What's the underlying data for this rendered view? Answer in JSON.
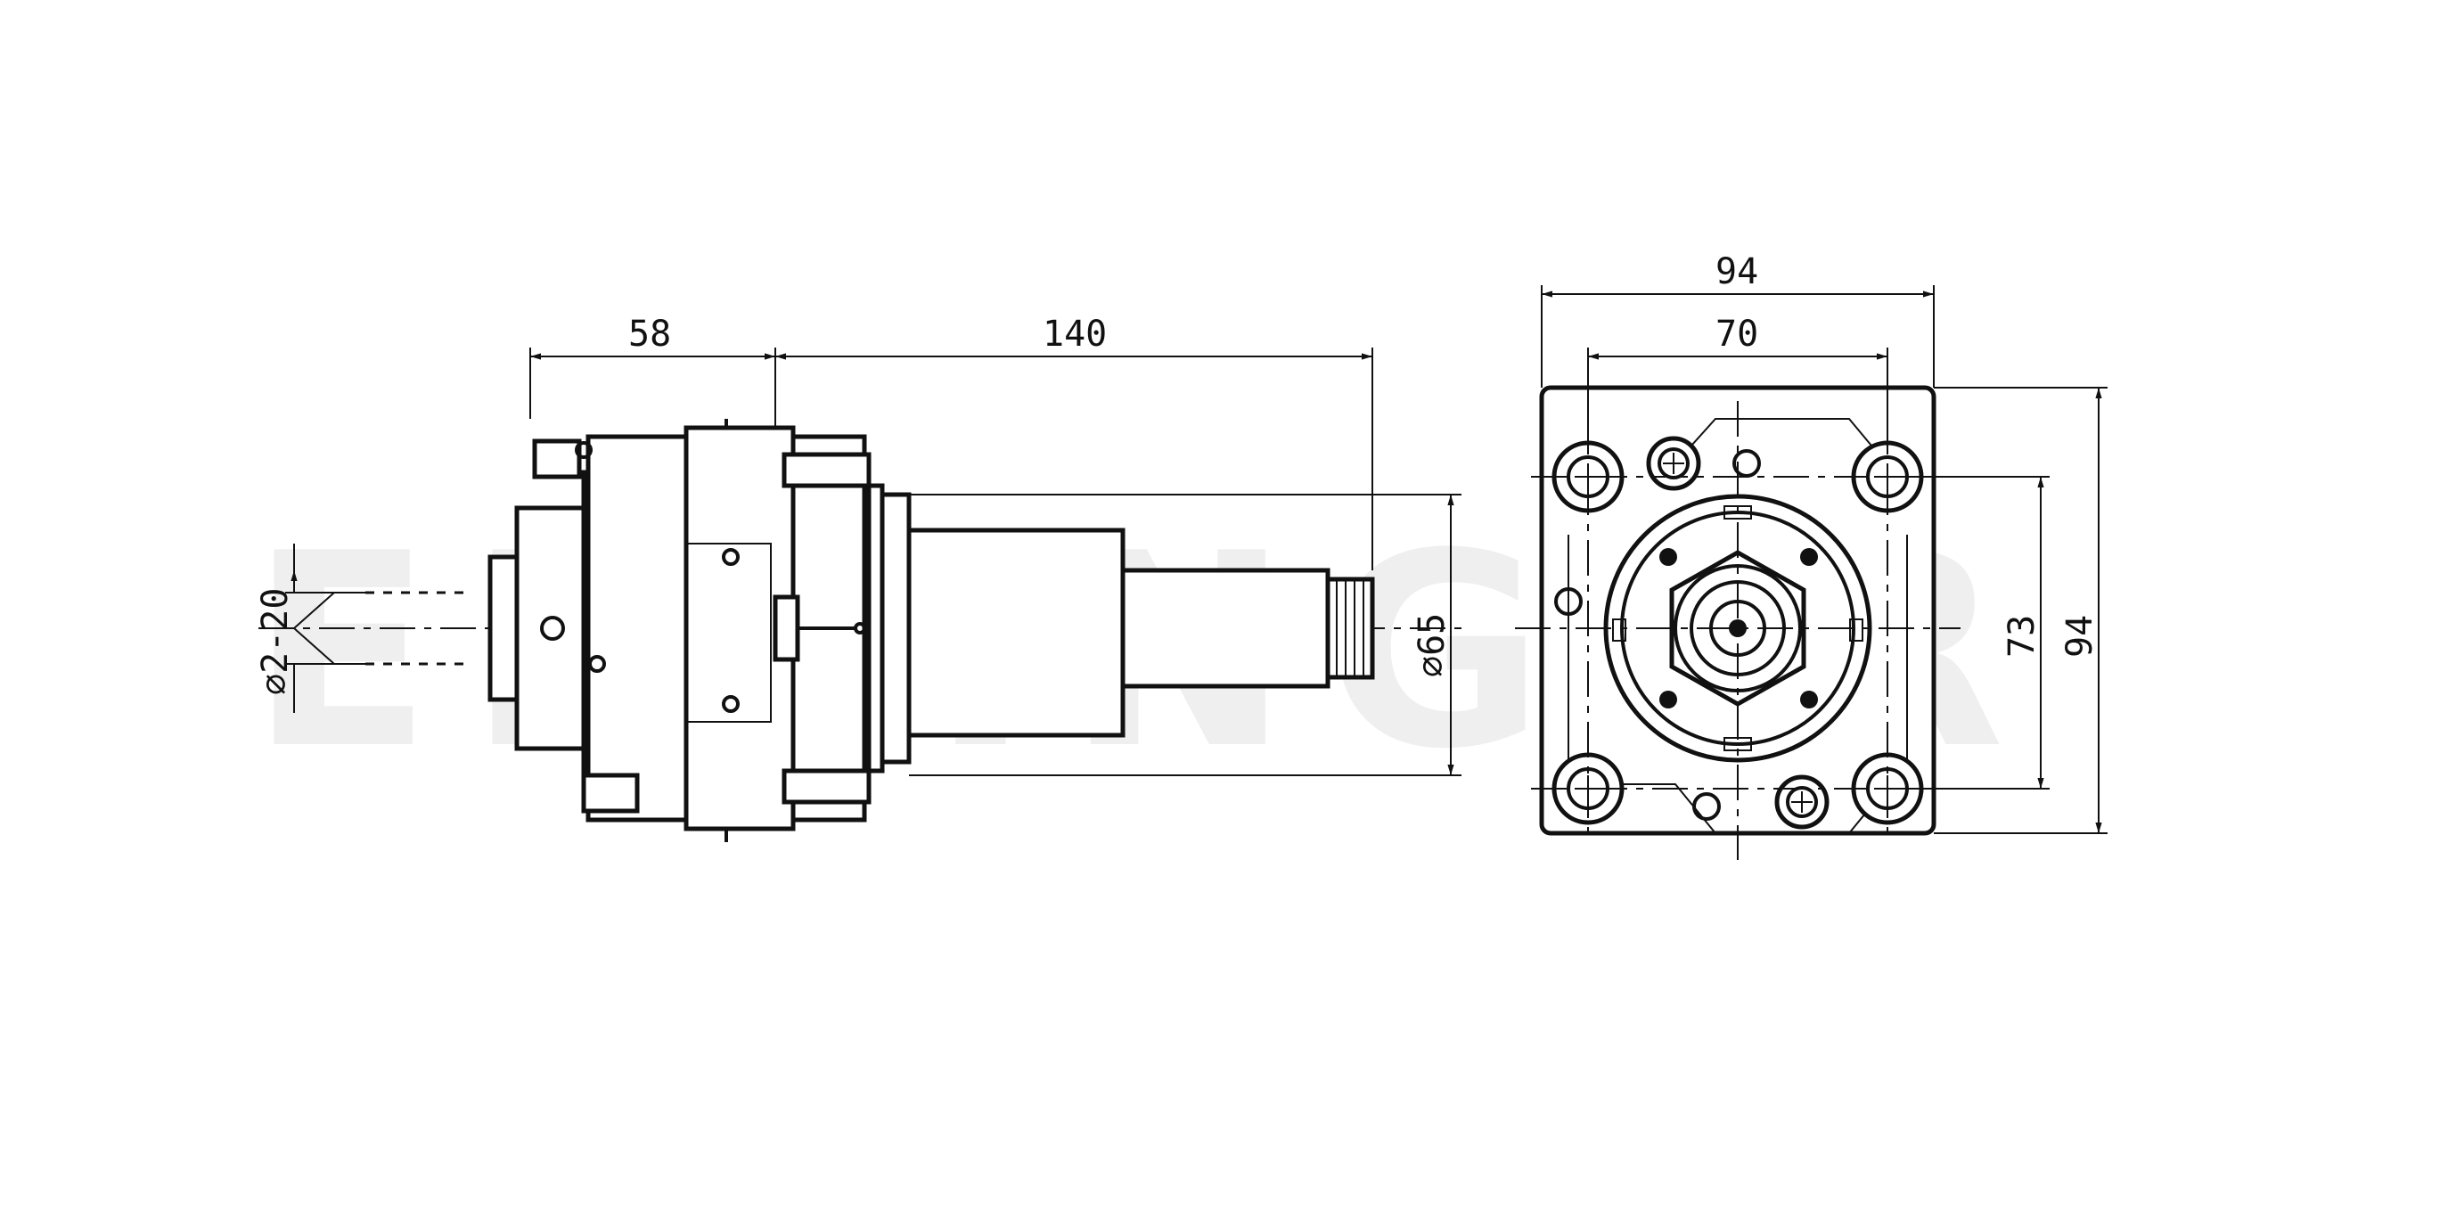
{
  "watermark": "EPPINGER",
  "side_view": {
    "dim_58": "58",
    "dim_140": "140",
    "dim_dia_2_20": "⌀2-20",
    "dim_dia_65": "⌀65"
  },
  "front_view": {
    "dim_94_width": "94",
    "dim_70": "70",
    "dim_73": "73",
    "dim_94_height": "94"
  }
}
